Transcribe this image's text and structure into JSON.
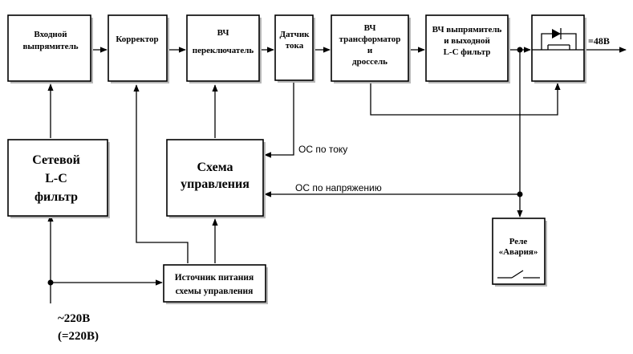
{
  "blocks": {
    "input_rectifier": [
      "Входной",
      "выпрямитель"
    ],
    "corrector": [
      "Корректор"
    ],
    "hf_switch": [
      "ВЧ",
      "переключатель"
    ],
    "current_sensor": [
      "Датчик",
      "тока"
    ],
    "hf_transformer": [
      "ВЧ",
      "трансформатор",
      "и",
      "дроссель"
    ],
    "hf_rectifier": [
      "ВЧ выпрямитель",
      "и выходной",
      "L-C фильтр"
    ],
    "mains_filter": [
      "Сетевой",
      "L-C",
      "фильтр"
    ],
    "control_circuit": [
      "Схема",
      "управления"
    ],
    "power_supply": [
      "Источник питания",
      "схемы управления"
    ],
    "relay": [
      "Реле",
      "«Авария»"
    ]
  },
  "labels": {
    "output": "=48В",
    "current_feedback": "ОС по току",
    "voltage_feedback": "ОС по напряжению",
    "input_ac": "~220В",
    "input_dc": "(=220В)"
  },
  "icons": {
    "output_switch": "diode-transistor-switch-icon",
    "relay_contact": "relay-contact-icon"
  }
}
